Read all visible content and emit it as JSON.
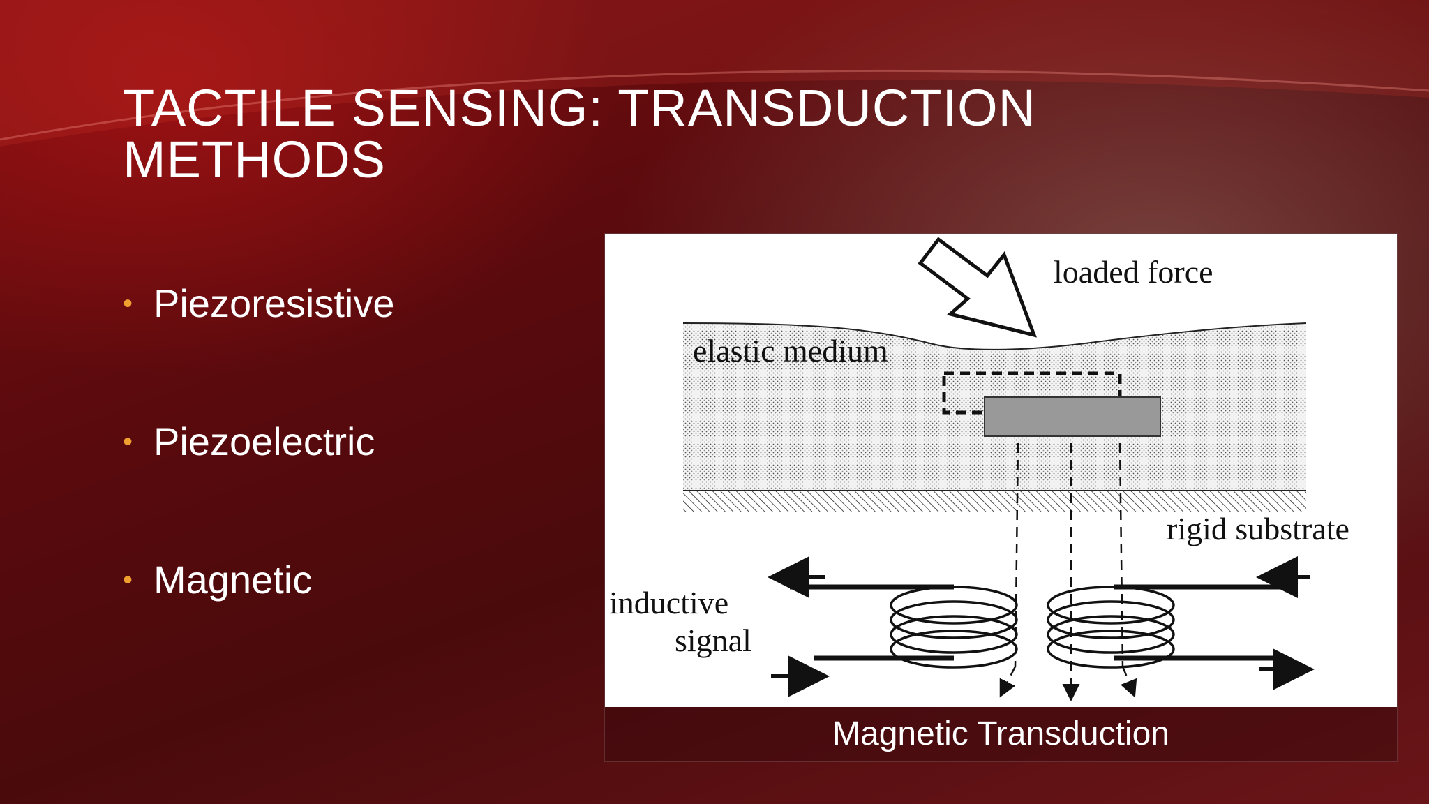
{
  "slide": {
    "title_line1": "TACTILE SENSING: TRANSDUCTION",
    "title_line2": "METHODS",
    "bullets": [
      "Piezoresistive",
      "Piezoelectric",
      "Magnetic"
    ],
    "bullet_marker": "•",
    "bullet_color": "#f0a030"
  },
  "figure": {
    "caption": "Magnetic Transduction",
    "labels": {
      "loaded_force": "loaded force",
      "elastic_medium": "elastic medium",
      "rigid_substrate": "rigid substrate",
      "inductive": "inductive",
      "signal": "signal"
    }
  }
}
